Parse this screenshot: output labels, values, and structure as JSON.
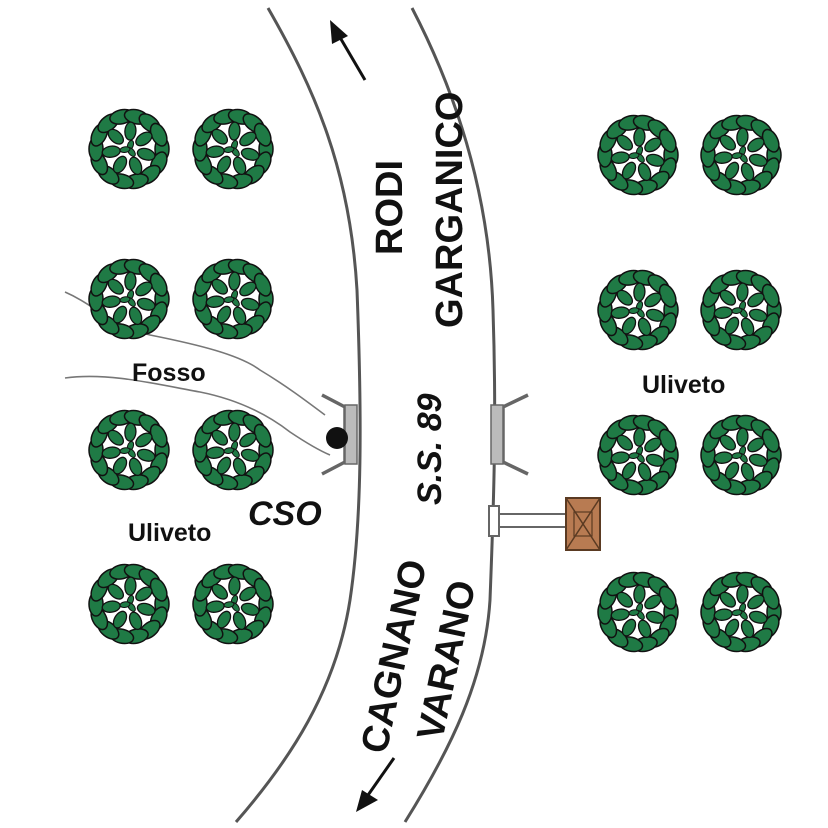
{
  "map": {
    "route_label": "S.S. 89",
    "direction_north": {
      "line1": "RODI",
      "line2": "GARGANICO"
    },
    "direction_south": {
      "line1": "CAGNANO",
      "line2": "VARANO"
    },
    "ditch_label": "Fosso",
    "olive_grove_left_label": "Uliveto",
    "olive_grove_right_label": "Uliveto",
    "outfall_label": "CSO"
  },
  "colors": {
    "road_edge": "#555555",
    "tree_leaf": "#1f7a45",
    "tree_outline": "#111111",
    "building_fill": "#b87b52",
    "building_outline": "#5a3a22",
    "outfall_point": "#111111",
    "bridge": "#666666"
  },
  "icons": {
    "tree": "olive-tree-icon",
    "arrow": "direction-arrow-icon",
    "building": "building-icon",
    "outfall": "outfall-point-icon"
  }
}
